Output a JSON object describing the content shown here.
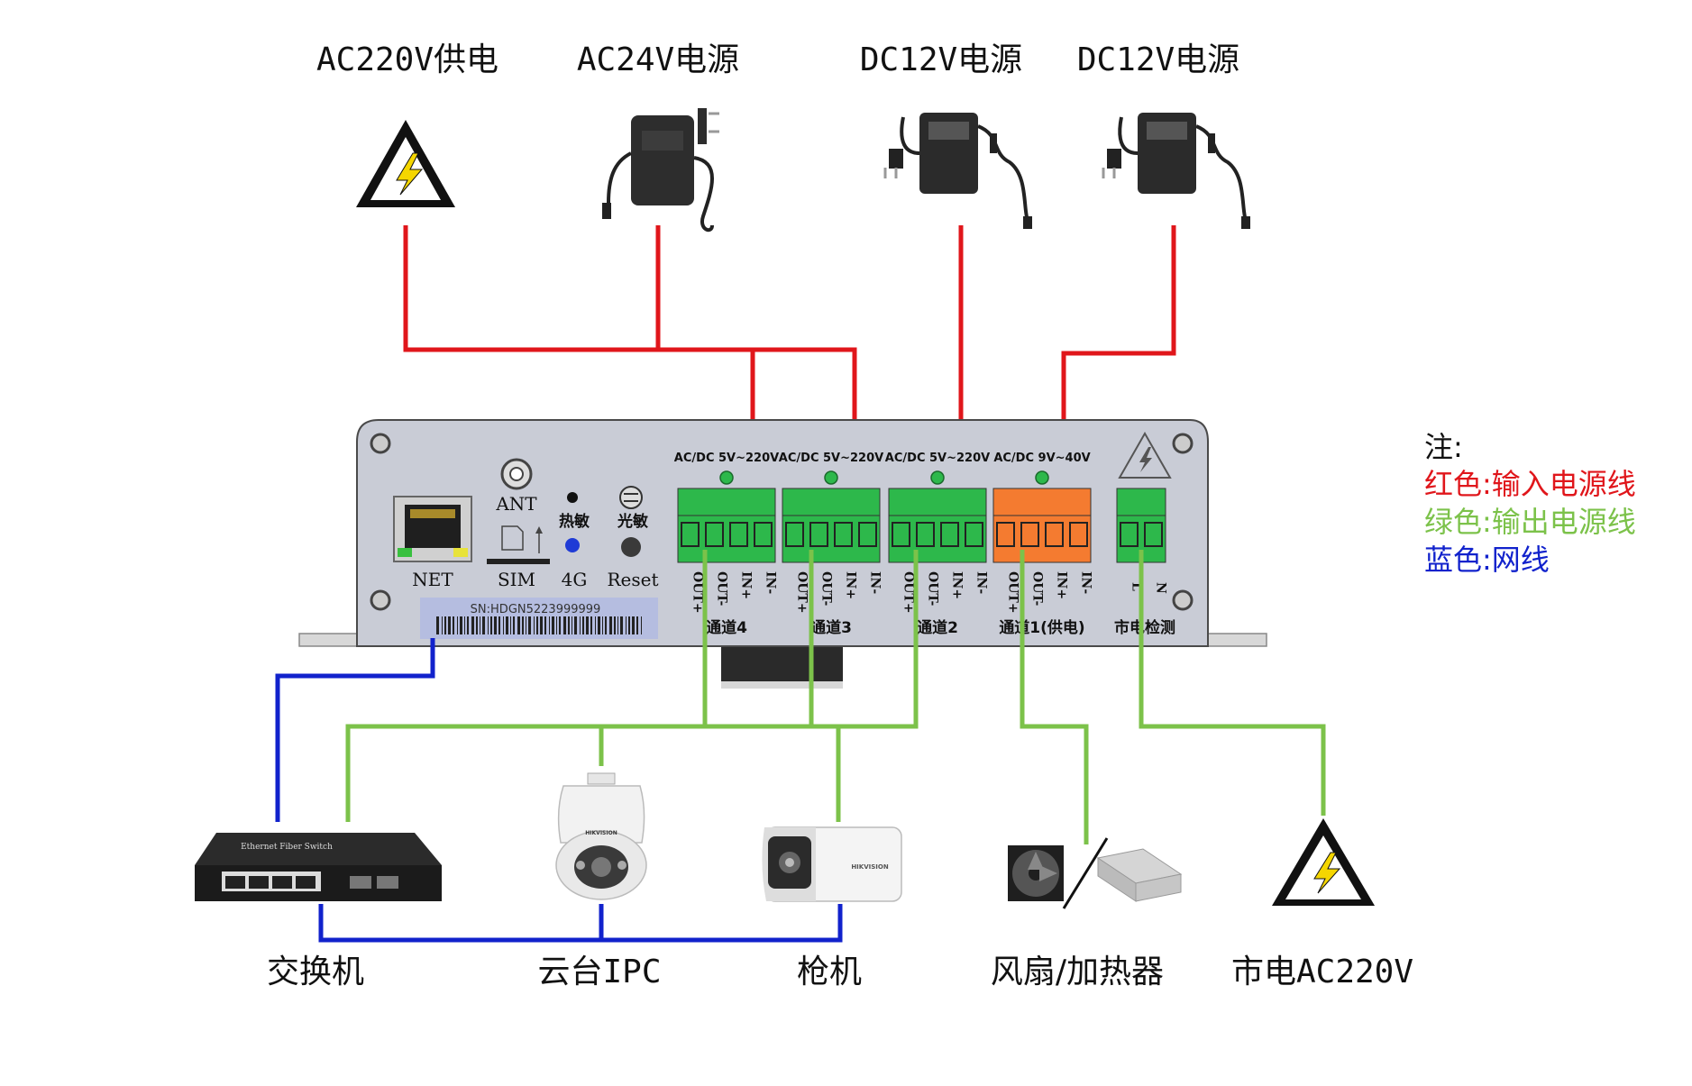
{
  "top_labels": {
    "ac220_supply": "AC220V供电",
    "ac24_power": "AC24V电源",
    "dc12_power_1": "DC12V电源",
    "dc12_power_2": "DC12V电源"
  },
  "panel": {
    "ant": "ANT",
    "net": "NET",
    "sim": "SIM",
    "lte": "4G",
    "reset": "Reset",
    "thermal": "热敏",
    "photo": "光敏",
    "serial": "SN:HDGN5223999999",
    "ch4_range": "AC/DC 5V~220V",
    "ch3_range": "AC/DC 5V~220V",
    "ch2_range": "AC/DC 5V~220V",
    "ch1_range": "AC/DC 9V~40V",
    "ch4": "通道4",
    "ch3": "通道3",
    "ch2": "通道2",
    "ch1": "通道1(供电)",
    "mains_detect": "市电检测",
    "term_out_plus": "OUT+",
    "term_out_minus": "OUT-",
    "term_in_plus": "IN+",
    "term_in_minus": "IN-",
    "term_l": "L",
    "term_n": "N"
  },
  "bottom_labels": {
    "switch": "交换机",
    "ptz_ipc": "云台IPC",
    "bullet_camera": "枪机",
    "fan_heater": "风扇/加热器",
    "mains": "市电AC220V"
  },
  "devices": {
    "switch_brand": "Ethernet Fiber Switch",
    "camera_brand": "HIKVISION"
  },
  "legend": {
    "title": "注:",
    "red": "红色:输入电源线",
    "green": "绿色:输出电源线",
    "blue": "蓝色:网线"
  },
  "colors": {
    "input_power": "#e0161b",
    "output_power": "#7cc24a",
    "network": "#1122cc",
    "panel": "#c9ccd6",
    "terminal_green": "#2db84b",
    "terminal_orange": "#f47b30"
  }
}
